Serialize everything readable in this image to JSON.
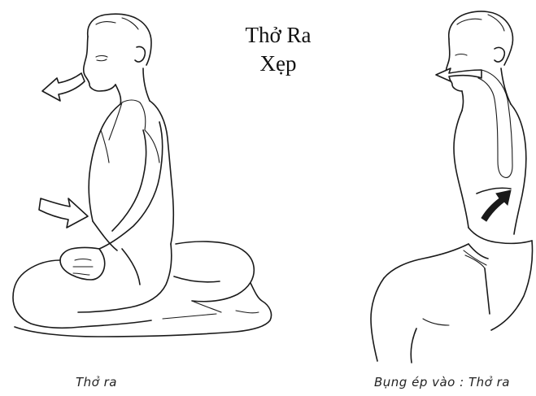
{
  "title": {
    "line1": "Thở Ra",
    "line2": "Xẹp"
  },
  "captions": {
    "left": "Thở ra",
    "right": "Bụng ép vào : Thở ra"
  },
  "colors": {
    "ink": "#1a1a1a",
    "background": "#ffffff"
  },
  "icons": {
    "left_exhale_arrow": "arrow-left-icon",
    "left_abdomen_arrow": "arrow-right-icon",
    "right_breath_path_arrow": "arrow-up-curved-icon",
    "right_abdomen_arrow": "arrow-up-right-icon"
  }
}
